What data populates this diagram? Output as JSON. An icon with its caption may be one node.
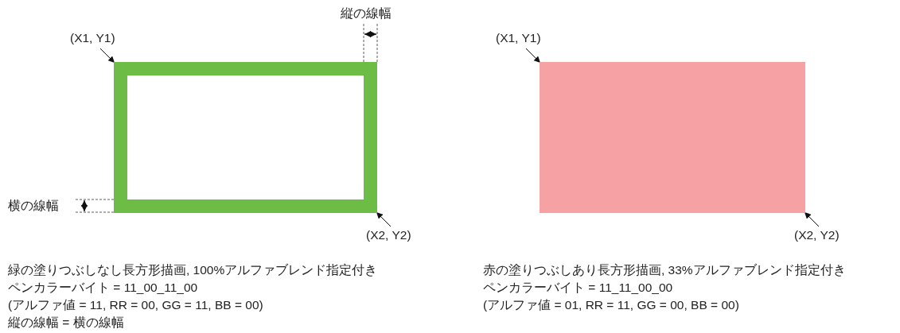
{
  "diagram": {
    "nodes": [
      {
        "text": [
          "(X1, Y1)"
        ]
      },
      {
        "text": [],
        "shape": "box"
      },
      {
        "text": [
          "(X2, Y2)"
        ]
      },
      {
        "text": [
          "(X1, Y1)"
        ]
      },
      {
        "text": [],
        "shape": "box"
      },
      {
        "text": [
          "(X2, Y2)"
        ]
      }
    ],
    "edges": [
      {
        "from": 0,
        "to": 1,
        "arrow": "to"
      },
      {
        "from": 2,
        "to": 1,
        "arrow": "to"
      },
      {
        "from": 3,
        "to": 4,
        "arrow": "to"
      },
      {
        "from": 5,
        "to": 4,
        "arrow": "to"
      }
    ],
    "labels": [
      "縦の線幅",
      "横の線幅",
      "緑の塗りつぶしなし長方形描画, 100%アルファブレンド指定付き",
      "ペンカラーバイト = 11_00_11_00",
      "(アルファ値 = 11, RR = 00, GG = 11, BB = 00)",
      "縦の線幅 = 横の線幅",
      "赤の塗りつぶしあり長方形描画, 33%アルファブレンド指定付き",
      "ペンカラーバイト = 11_11_00_00",
      "(アルファ値 = 01, RR = 11, GG = 00, BB = 00)"
    ]
  }
}
